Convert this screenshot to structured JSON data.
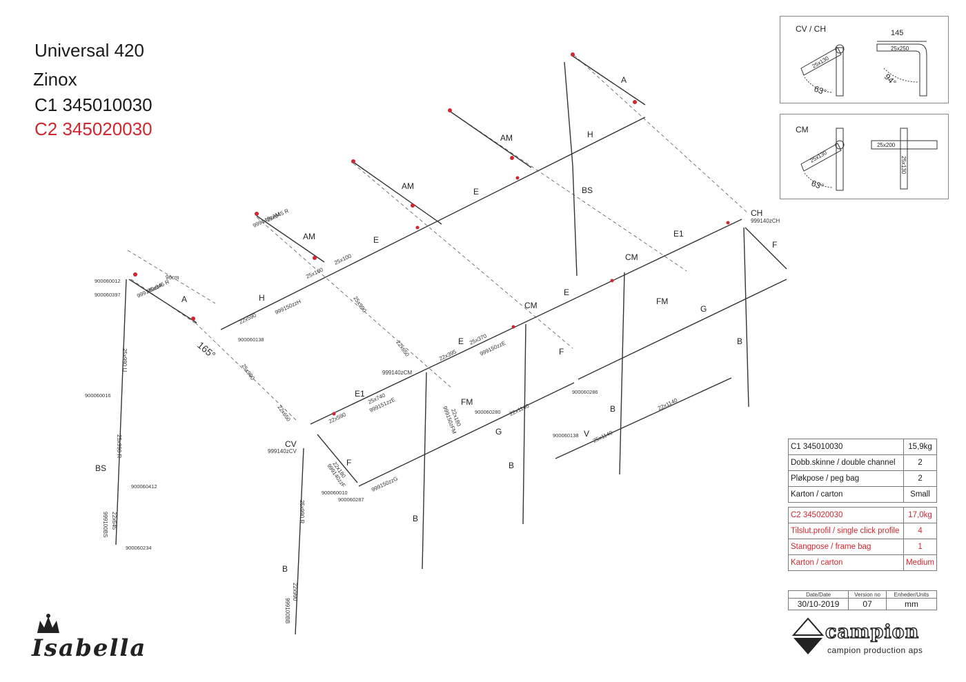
{
  "title": {
    "model": "Universal 420",
    "material": "Zinox",
    "c1": "C1 345010030",
    "c2": "C2 345020030"
  },
  "inset_cvch": {
    "title": "CV / CH",
    "pole_label": "25x130",
    "angle_1": "63°",
    "dim_top": "145",
    "bend_label": "25x250",
    "angle_2": "94°"
  },
  "inset_cm": {
    "title": "CM",
    "pole_label": "25x130",
    "angle": "63°",
    "bar_label": "25x200",
    "vertical_label": "25x130"
  },
  "part_labels": [
    "A",
    "A",
    "AM",
    "AM",
    "AM",
    "H",
    "H",
    "E",
    "E",
    "E",
    "E",
    "E1",
    "E1",
    "BS",
    "BS",
    "CH",
    "CM",
    "CM",
    "CV",
    "FM",
    "FM",
    "F",
    "F",
    "F",
    "G",
    "G",
    "B",
    "B",
    "B",
    "B",
    "B",
    "B",
    "V"
  ],
  "dimension_labels": [
    "96cm",
    "165°",
    "25x845 R",
    "999140zAM",
    "25x100",
    "25x100",
    "25x100",
    "22x590",
    "999150zzH",
    "25x845 R",
    "999140zzA",
    "25x990",
    "22x650",
    "25x990",
    "22x650",
    "25x370",
    "22x395",
    "999150zzE",
    "999140zCM",
    "25x740",
    "999151zzE",
    "22x590",
    "22x180",
    "999150zFM",
    "25x990 U",
    "25x990 R",
    "22x645",
    "999100BS",
    "25x990 R",
    "22x990",
    "999100BB",
    "22x180",
    "999140zzF",
    "22x1140",
    "999150zzG",
    "22x1140",
    "25x1140",
    "999140zCH",
    "999140zCV"
  ],
  "part_numbers": [
    "900060012",
    "900060397",
    "900060138",
    "900060016",
    "900060412",
    "900060234",
    "900060010",
    "900060287",
    "900060280",
    "900060286",
    "900060138"
  ],
  "spec_c1": [
    {
      "label": "C1 345010030",
      "value": "15,9kg"
    },
    {
      "label": "Dobb.skinne / double channel",
      "value": "2"
    },
    {
      "label": "Pløkpose / peg bag",
      "value": "2"
    },
    {
      "label": "Karton / carton",
      "value": "Small"
    }
  ],
  "spec_c2": [
    {
      "label": "C2 345020030",
      "value": "17,0kg"
    },
    {
      "label": "Tilslut.profil / single click profile",
      "value": "4"
    },
    {
      "label": "Stangpose / frame bag",
      "value": "1"
    },
    {
      "label": "Karton / carton",
      "value": "Medium"
    }
  ],
  "footer": {
    "date_header": "Date/Date",
    "date": "30/10-2019",
    "version_header": "Version no",
    "version": "07",
    "units_header": "Enheder/Units",
    "units": "mm"
  },
  "logos": {
    "isabella": "Isabella",
    "campion": "campion",
    "campion_sub": "campion production aps"
  },
  "colors": {
    "accent": "#d1262e",
    "line": "#333333"
  }
}
